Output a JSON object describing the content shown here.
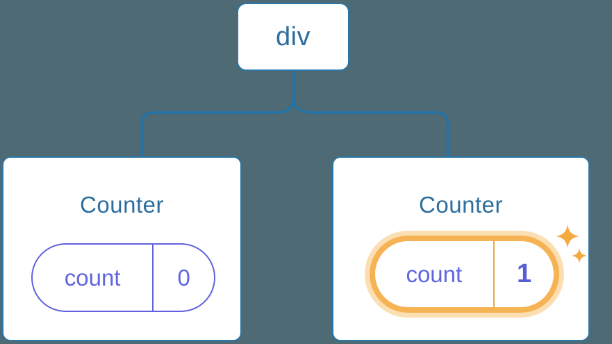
{
  "diagram": {
    "root": {
      "label": "div"
    },
    "children": [
      {
        "title": "Counter",
        "state": {
          "key": "count",
          "value": "0"
        },
        "highlighted": false
      },
      {
        "title": "Counter",
        "state": {
          "key": "count",
          "value": "1"
        },
        "highlighted": true
      }
    ]
  },
  "icons": {
    "sparkles": "sparkles-icon"
  },
  "colors": {
    "background": "#4D6A75",
    "node_fill": "#FFFFFF",
    "node_border": "#2B76A6",
    "node_text": "#2D6E9E",
    "connector": "#2173A8",
    "state_border": "#6161DD",
    "state_text": "#6166DF",
    "state_value_text": "#555ED4",
    "highlight_ring": "#F5B354",
    "highlight_glow": "#FBDFB2",
    "highlight_divider": "#EFA943",
    "sparkle": "#F5A941"
  }
}
